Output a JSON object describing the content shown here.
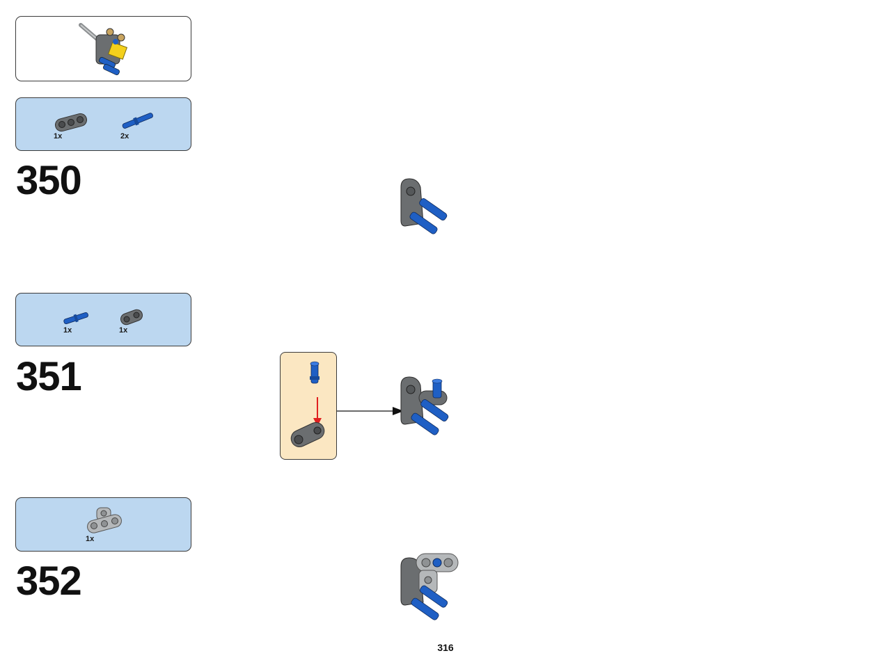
{
  "steps": [
    {
      "number": "350",
      "parts": [
        {
          "name": "beam-3-icon",
          "qty": "1x"
        },
        {
          "name": "axle-pin-icon",
          "qty": "2x"
        }
      ]
    },
    {
      "number": "351",
      "parts": [
        {
          "name": "axle-pin-icon",
          "qty": "1x"
        },
        {
          "name": "cross-block-icon",
          "qty": "1x"
        }
      ]
    },
    {
      "number": "352",
      "parts": [
        {
          "name": "triple-block-icon",
          "qty": "1x"
        }
      ]
    }
  ],
  "page": {
    "number": "316"
  },
  "colors": {
    "dark_gray": "#6b6e70",
    "light_gray": "#b5b8ba",
    "blue": "#1f5fc4",
    "yellow": "#f4d01c",
    "tan": "#c8a45f",
    "parts_bg": "#bcd7f0",
    "submodel_bg": "#fbe7c2",
    "arrow_red": "#e02020"
  }
}
